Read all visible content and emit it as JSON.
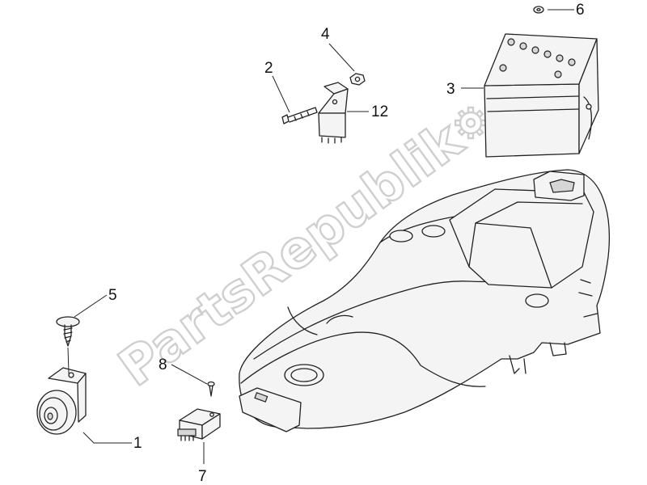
{
  "watermark": {
    "text": "PartsRepublik",
    "icon": "gear-icon"
  },
  "callouts": [
    {
      "id": "1",
      "label": "1"
    },
    {
      "id": "2",
      "label": "2"
    },
    {
      "id": "3",
      "label": "3"
    },
    {
      "id": "4",
      "label": "4"
    },
    {
      "id": "5",
      "label": "5"
    },
    {
      "id": "6",
      "label": "6"
    },
    {
      "id": "7",
      "label": "7"
    },
    {
      "id": "8",
      "label": "8"
    },
    {
      "id": "12",
      "label": "12"
    }
  ]
}
